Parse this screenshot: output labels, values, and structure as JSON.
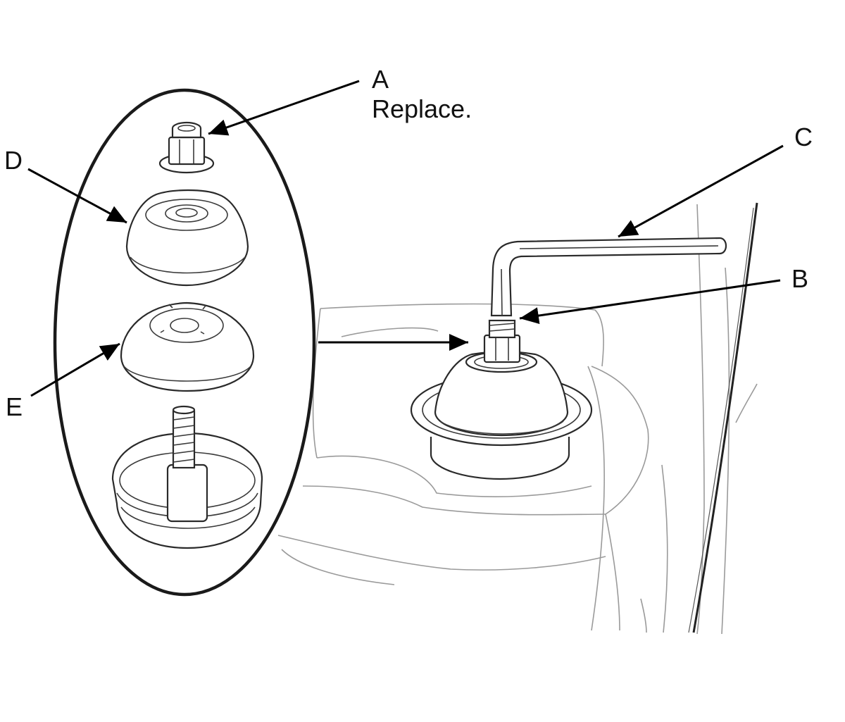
{
  "callouts": {
    "a": {
      "letter": "A",
      "note": "Replace."
    },
    "b": {
      "letter": "B"
    },
    "c": {
      "letter": "C"
    },
    "d": {
      "letter": "D"
    },
    "e": {
      "letter": "E"
    }
  },
  "colors": {
    "line": "#1a1a1a",
    "background_lines": "#9a9a9a",
    "background": "#ffffff"
  }
}
